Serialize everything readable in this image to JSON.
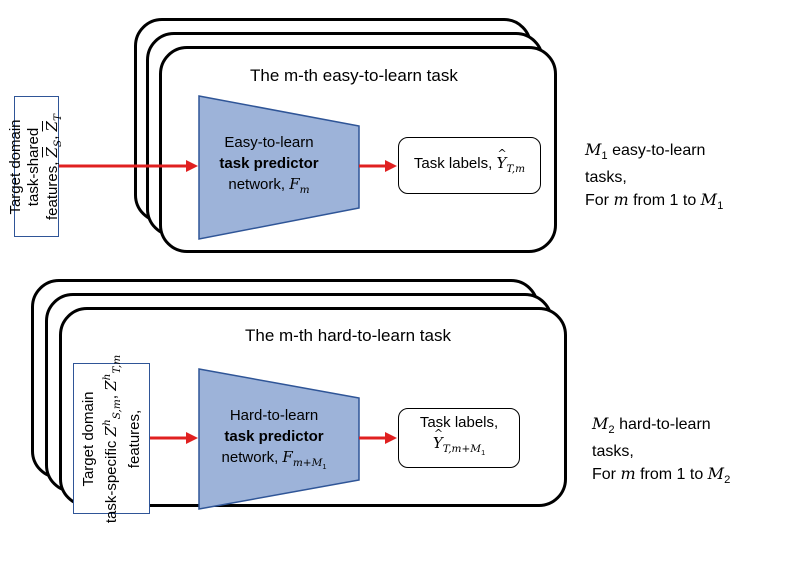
{
  "easy": {
    "title": "The m-th easy-to-learn task",
    "input_line1": "Target domain",
    "input_line2": "task-shared",
    "input_line3": "features,",
    "input_sym1": "Z",
    "input_sub1": "S",
    "input_sym2": "Z",
    "input_sub2": "T",
    "pred_line1": "Easy-to-learn",
    "pred_line2": "task predictor",
    "pred_line3": "network,",
    "pred_sym": "F",
    "pred_sub": "m",
    "labels_text": "Task labels,",
    "labels_sym": "Y",
    "labels_sub": "T,m",
    "side_sym": "M",
    "side_sub": "1",
    "side_line1": "easy-to-learn",
    "side_line2": "tasks,",
    "side_for": "For",
    "side_m": "m",
    "side_from": "from 1 to",
    "side_end_sym": "M",
    "side_end_sub": "1"
  },
  "hard": {
    "title": "The m-th hard-to-learn task",
    "input_line1": "Target domain",
    "input_line2": "task-specific",
    "input_line3": "features,",
    "input_sym1": "Z",
    "input_sup1": "h",
    "input_sub1": "S,m",
    "input_sym2": "Z",
    "input_sup2": "h",
    "input_sub2": "T,m",
    "pred_line1": "Hard-to-learn",
    "pred_line2": "task predictor",
    "pred_line3": "network,",
    "pred_sym": "F",
    "pred_sub": "m+M",
    "pred_subsub": "1",
    "labels_text": "Task labels,",
    "labels_sym": "Y",
    "labels_sub": "T,m+M",
    "labels_subsub": "1",
    "side_sym": "M",
    "side_sub": "2",
    "side_line1": "hard-to-learn",
    "side_line2": "tasks,",
    "side_for": "For",
    "side_m": "m",
    "side_from": "from 1 to",
    "side_end_sym": "M",
    "side_end_sub": "2"
  },
  "colors": {
    "arrow": "#e02020",
    "predictor_fill": "#9db3d9",
    "predictor_stroke": "#2f5597",
    "input_border": "#2f5597"
  }
}
